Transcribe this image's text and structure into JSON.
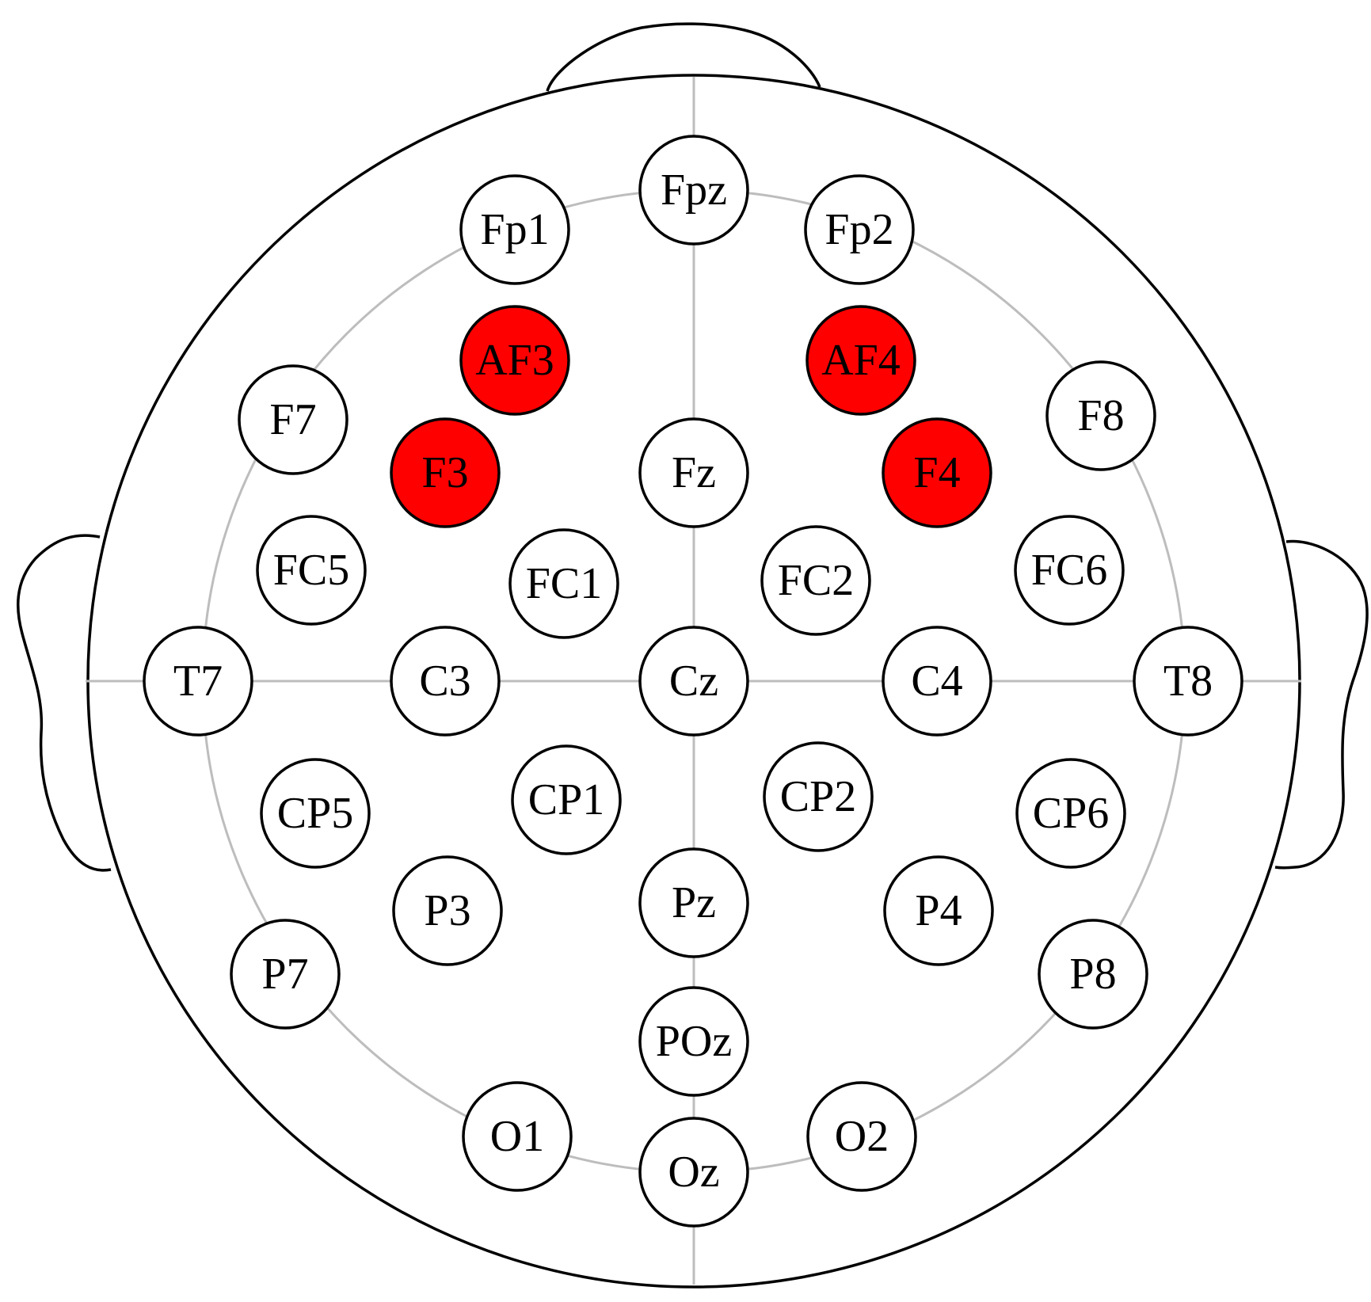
{
  "colors": {
    "highlight": "#ff0000",
    "normal": "#ffffff",
    "stroke": "#000000",
    "grid": "#bdbdbd"
  },
  "electrodes": [
    {
      "label": "Fpz",
      "highlighted": false
    },
    {
      "label": "Fp1",
      "highlighted": false
    },
    {
      "label": "Fp2",
      "highlighted": false
    },
    {
      "label": "AF3",
      "highlighted": true
    },
    {
      "label": "AF4",
      "highlighted": true
    },
    {
      "label": "F7",
      "highlighted": false
    },
    {
      "label": "F3",
      "highlighted": true
    },
    {
      "label": "Fz",
      "highlighted": false
    },
    {
      "label": "F4",
      "highlighted": true
    },
    {
      "label": "F8",
      "highlighted": false
    },
    {
      "label": "FC5",
      "highlighted": false
    },
    {
      "label": "FC1",
      "highlighted": false
    },
    {
      "label": "FC2",
      "highlighted": false
    },
    {
      "label": "FC6",
      "highlighted": false
    },
    {
      "label": "T7",
      "highlighted": false
    },
    {
      "label": "C3",
      "highlighted": false
    },
    {
      "label": "Cz",
      "highlighted": false
    },
    {
      "label": "C4",
      "highlighted": false
    },
    {
      "label": "T8",
      "highlighted": false
    },
    {
      "label": "CP5",
      "highlighted": false
    },
    {
      "label": "CP1",
      "highlighted": false
    },
    {
      "label": "CP2",
      "highlighted": false
    },
    {
      "label": "CP6",
      "highlighted": false
    },
    {
      "label": "P3",
      "highlighted": false
    },
    {
      "label": "Pz",
      "highlighted": false
    },
    {
      "label": "P4",
      "highlighted": false
    },
    {
      "label": "P7",
      "highlighted": false
    },
    {
      "label": "P8",
      "highlighted": false
    },
    {
      "label": "POz",
      "highlighted": false
    },
    {
      "label": "O1",
      "highlighted": false
    },
    {
      "label": "Oz",
      "highlighted": false
    },
    {
      "label": "O2",
      "highlighted": false
    }
  ]
}
